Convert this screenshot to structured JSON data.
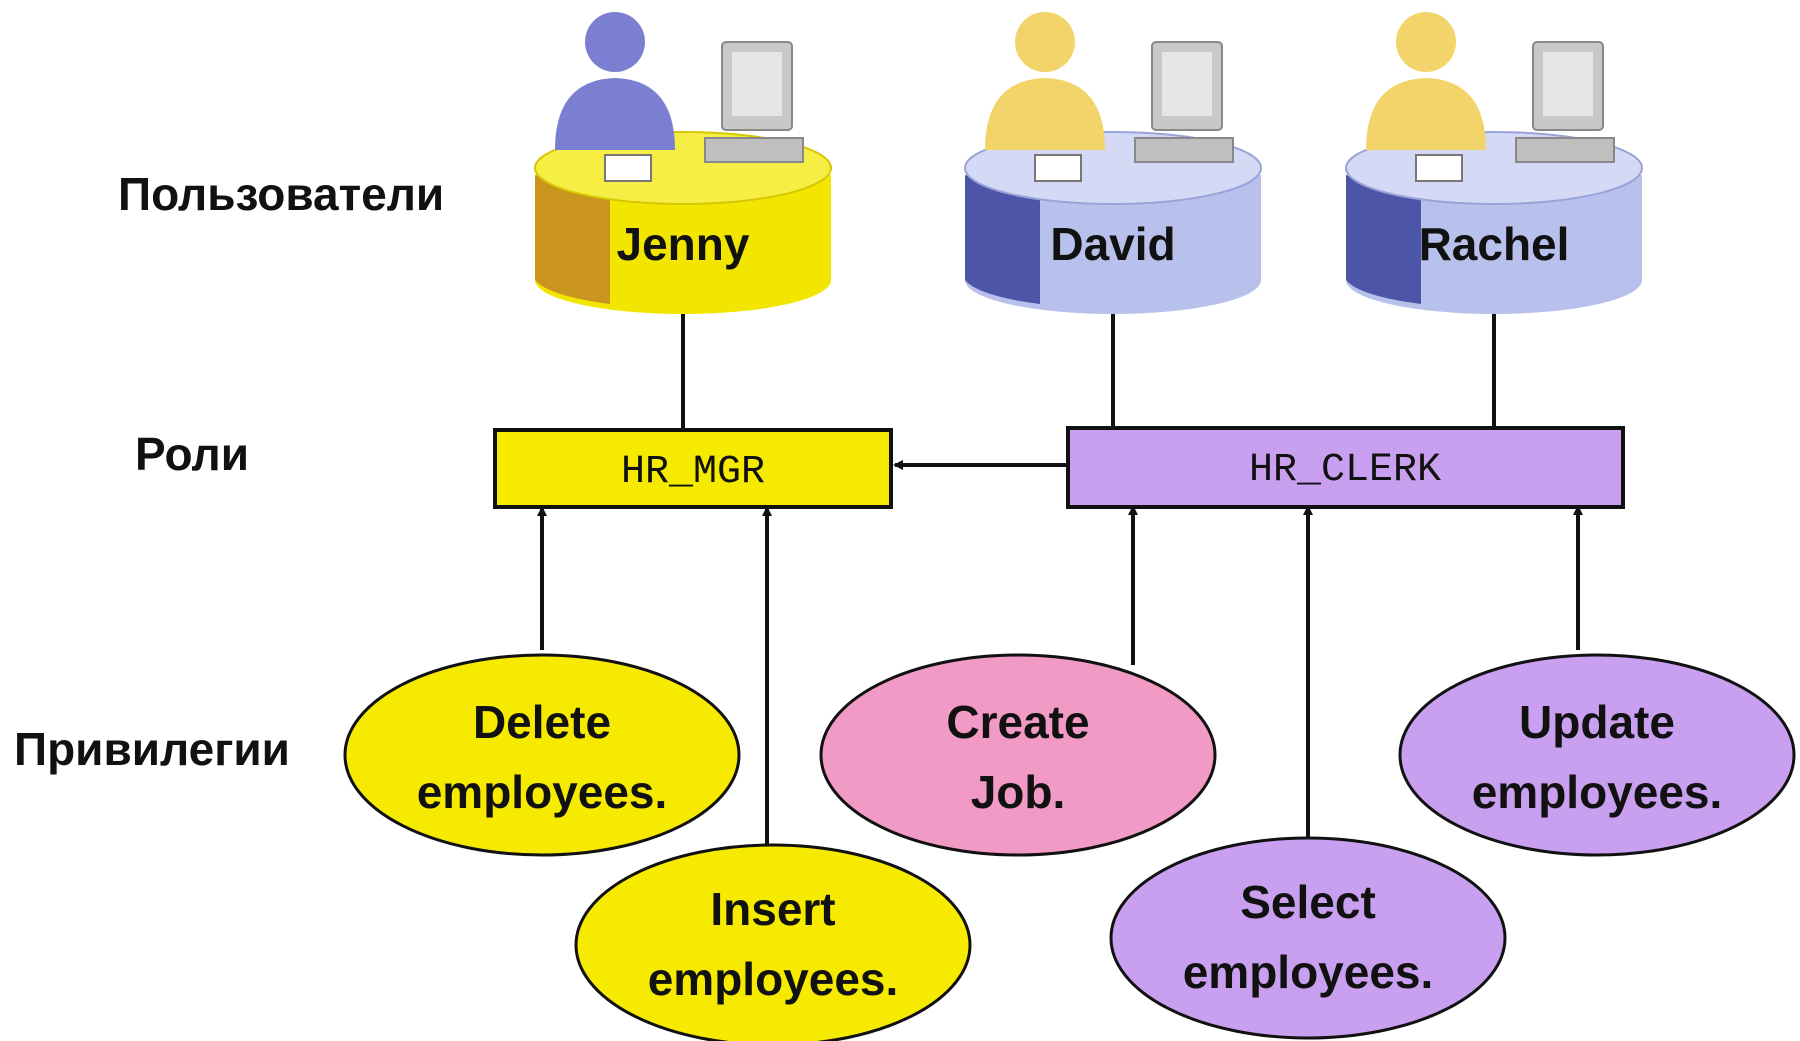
{
  "rows": {
    "users": "Пользователи",
    "roles": "Роли",
    "privileges": "Привилегии"
  },
  "users": [
    {
      "id": "jenny",
      "name": "Jenny",
      "color": "#f2e600",
      "person_color": "#7b7fd1",
      "icon": "user-at-workstation-icon"
    },
    {
      "id": "david",
      "name": "David",
      "color": "#b8c0ec",
      "person_color": "#f2d46a",
      "icon": "user-at-workstation-icon"
    },
    {
      "id": "rachel",
      "name": "Rachel",
      "color": "#b8c0ec",
      "person_color": "#f2d46a",
      "icon": "user-at-workstation-icon"
    }
  ],
  "roles": [
    {
      "id": "hr-mgr",
      "name": "HR_MGR",
      "color": "#f5ea00"
    },
    {
      "id": "hr-clerk",
      "name": "HR_CLERK",
      "color": "#c9a0f0"
    }
  ],
  "privileges": [
    {
      "id": "delete-employees",
      "line1": "Delete",
      "line2": "employees.",
      "color": "#f5ea00"
    },
    {
      "id": "insert-employees",
      "line1": "Insert",
      "line2": "employees.",
      "color": "#f5ea00"
    },
    {
      "id": "create-job",
      "line1": "Create",
      "line2": "Job.",
      "color": "#f29ac6"
    },
    {
      "id": "select-employees",
      "line1": "Select",
      "line2": "employees.",
      "color": "#c9a0f0"
    },
    {
      "id": "update-employees",
      "line1": "Update",
      "line2": "employees.",
      "color": "#c9a0f0"
    }
  ]
}
